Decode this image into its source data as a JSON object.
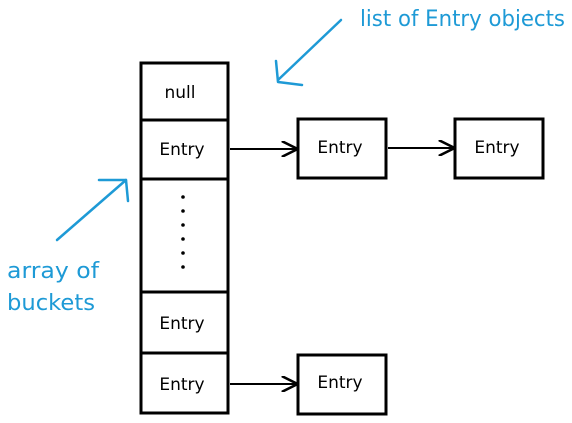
{
  "colors": {
    "ink": "#000000",
    "annotation": "#1e9ad6",
    "background": "#ffffff"
  },
  "buckets": {
    "null_label": "null",
    "entry_label": "Entry",
    "ellipsis": "."
  },
  "chain": {
    "entry_label": "Entry"
  },
  "annotations": {
    "list_label": "list of Entry objects",
    "array_label_line1": "array of",
    "array_label_line2": "buckets"
  }
}
